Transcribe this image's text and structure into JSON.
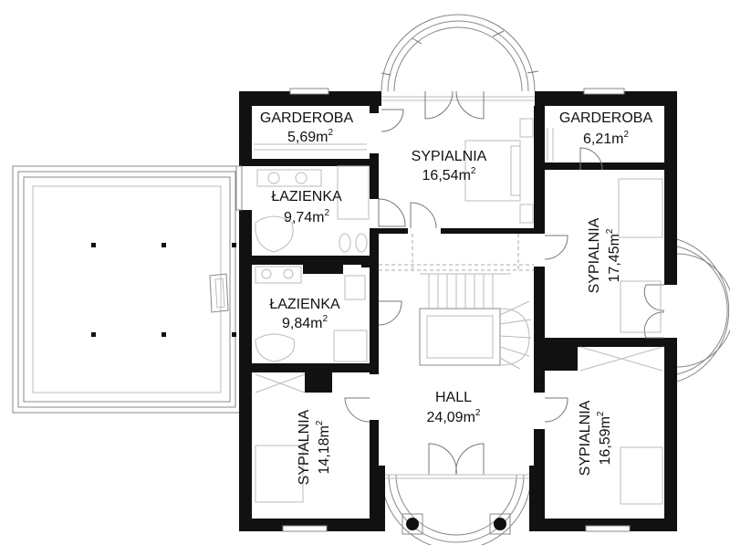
{
  "rooms": {
    "garderoba_left": {
      "name": "GARDEROBA",
      "area": "5,69m",
      "sup": "2"
    },
    "garderoba_right": {
      "name": "GARDEROBA",
      "area": "6,21m",
      "sup": "2"
    },
    "sypialnia_top": {
      "name": "SYPIALNIA",
      "area": "16,54m",
      "sup": "2"
    },
    "lazienka_upper": {
      "name": "ŁAZIENKA",
      "area": "9,74m",
      "sup": "2"
    },
    "lazienka_lower": {
      "name": "ŁAZIENKA",
      "area": "9,84m",
      "sup": "2"
    },
    "sypialnia_right_upper": {
      "name": "SYPIALNIA",
      "area": "17,45m",
      "sup": "2"
    },
    "hall": {
      "name": "HALL",
      "area": "24,09m",
      "sup": "2"
    },
    "sypialnia_bottom_left": {
      "name": "SYPIALNIA",
      "area": "14,18m",
      "sup": "2"
    },
    "sypialnia_bottom_right": {
      "name": "SYPIALNIA",
      "area": "16,59m",
      "sup": "2"
    }
  }
}
